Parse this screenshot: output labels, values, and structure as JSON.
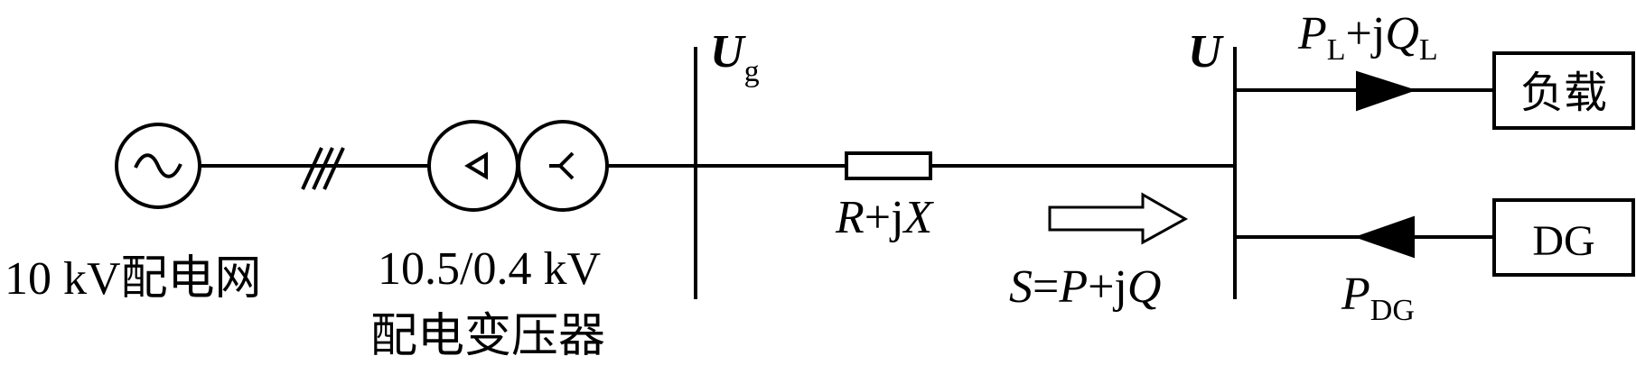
{
  "colors": {
    "line": "#000000",
    "background": "#ffffff"
  },
  "source": {
    "icon": "ac-source-icon",
    "label": "10 kV配电网"
  },
  "transformer": {
    "icon": "transformer-icon",
    "rating": "10.5/0.4 kV",
    "label": "配电变压器",
    "primary_symbol": "delta-icon",
    "secondary_symbol": "wye-icon"
  },
  "three_phase_marker": "three-phase-slash-icon",
  "bus_g": {
    "symbol": "U",
    "subscript": "g"
  },
  "line_impedance": {
    "R": "R",
    "plus": "+j",
    "X": "X"
  },
  "bus_u": {
    "symbol": "U"
  },
  "flow": {
    "S": "S",
    "eq": "=",
    "P": "P",
    "plus": "+j",
    "Q": "Q"
  },
  "load": {
    "box_label": "负载",
    "P": "P",
    "P_sub": "L",
    "plus": "+j",
    "Q": "Q",
    "Q_sub": "L"
  },
  "dg": {
    "box_label": "DG",
    "P": "P",
    "P_sub": "DG"
  }
}
